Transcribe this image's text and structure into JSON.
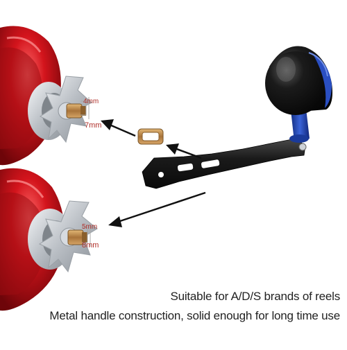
{
  "labels": {
    "top_small": "4mm",
    "top_large": "7mm",
    "bottom_small": "5mm",
    "bottom_large": "8mm"
  },
  "caption": {
    "line1": "Suitable for A/D/S brands of reels",
    "line2": "Metal handle construction, solid enough for long time use"
  },
  "colors": {
    "reel_red": "#c8161d",
    "knob_black": "#151515",
    "accent_blue": "#1d3fa8",
    "handle_black": "#1a1a1a",
    "brass": "#b8894a",
    "silver": "#c9cdd2"
  },
  "icons": [
    "arrow-left-icon",
    "arrow-down-left-icon"
  ]
}
